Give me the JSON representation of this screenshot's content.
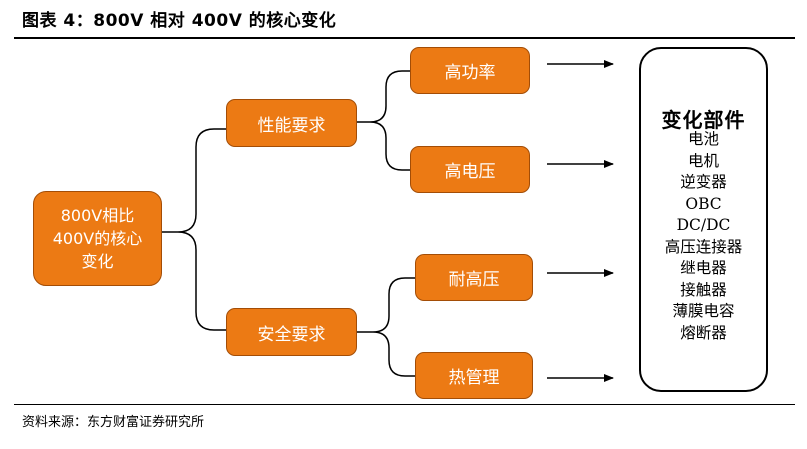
{
  "figure": {
    "title": "图表 4：800V 相对 400V 的核心变化",
    "source": "资料来源：东方财富证券研究所"
  },
  "diagram": {
    "root": {
      "lines": [
        "800V相比",
        "400V的核心",
        "变化"
      ]
    },
    "branches": [
      {
        "label": "性能要求",
        "children": [
          "高功率",
          "高电压"
        ]
      },
      {
        "label": "安全要求",
        "children": [
          "耐高压",
          "热管理"
        ]
      }
    ],
    "components": {
      "title": "变化部件",
      "items": [
        "电池",
        "电机",
        "逆变器",
        "OBC",
        "DC/DC",
        "高压连接器",
        "继电器",
        "接触器",
        "薄膜电容",
        "熔断器"
      ]
    }
  },
  "colors": {
    "box_fill": "#ec7a14",
    "box_border": "#a34d06",
    "connector": "#000000"
  }
}
